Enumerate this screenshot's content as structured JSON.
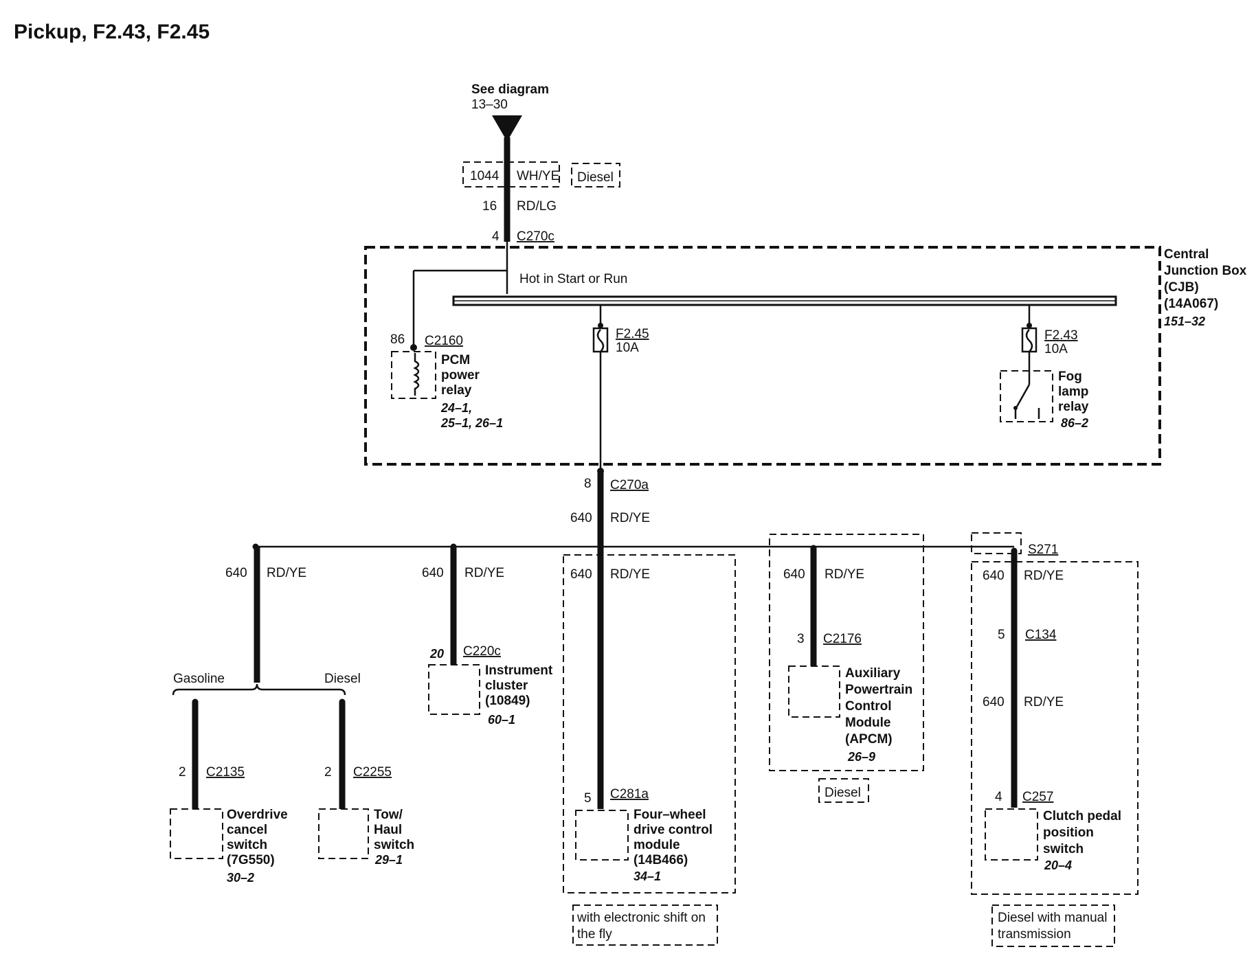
{
  "title": "Pickup, F2.43, F2.45",
  "source": {
    "line1": "See diagram",
    "line2": "13–30",
    "circuit_diesel": "1044",
    "color_diesel": "WH/YE",
    "diesel_tag": "Diesel",
    "circuit": "16",
    "color": "RD/LG",
    "pin": "4",
    "connector": "C270c"
  },
  "cjb": {
    "label_lines": [
      "Central",
      "Junction Box",
      "(CJB)",
      "(14A067)"
    ],
    "page_ref": "151–32",
    "bus_label": "Hot in Start or Run",
    "pcm_relay": {
      "pin": "86",
      "connector": "C2160",
      "label_lines": [
        "PCM",
        "power",
        "relay"
      ],
      "refs": [
        "24–1,",
        "25–1, 26–1"
      ]
    },
    "fuse_f245": {
      "name": "F2.45",
      "rating": "10A"
    },
    "fuse_f243": {
      "name": "F2.43",
      "rating": "10A"
    },
    "fog_relay": {
      "label_lines": [
        "Fog",
        "lamp",
        "relay"
      ],
      "ref": "86–2"
    }
  },
  "output": {
    "pin": "8",
    "connector": "C270a",
    "circuit": "640",
    "color": "RD/YE"
  },
  "branches": {
    "left": {
      "circuit": "640",
      "color": "RD/YE",
      "gasoline_label": "Gasoline",
      "diesel_label": "Diesel",
      "overdrive": {
        "pin": "2",
        "connector": "C2135",
        "label_lines": [
          "Overdrive",
          "cancel",
          "switch",
          "(7G550)"
        ],
        "ref": "30–2"
      },
      "towhaul": {
        "pin": "2",
        "connector": "C2255",
        "label_lines": [
          "Tow/",
          "Haul",
          "switch"
        ],
        "ref": "29–1"
      }
    },
    "cluster": {
      "circuit": "640",
      "color": "RD/YE",
      "pin": "20",
      "connector": "C220c",
      "label_lines": [
        "Instrument",
        "cluster",
        "(10849)"
      ],
      "ref": "60–1"
    },
    "fourwd": {
      "circuit": "640",
      "color": "RD/YE",
      "pin": "5",
      "connector": "C281a",
      "label_lines": [
        "Four–wheel",
        "drive control",
        "module",
        "(14B466)"
      ],
      "ref": "34–1",
      "condition_lines": [
        "with electronic shift on",
        "the fly"
      ]
    },
    "apcm": {
      "circuit": "640",
      "color": "RD/YE",
      "pin": "3",
      "connector": "C2176",
      "label_lines": [
        "Auxiliary",
        "Powertrain",
        "Control",
        "Module",
        "(APCM)"
      ],
      "ref": "26–9",
      "condition": "Diesel"
    },
    "clutch": {
      "splice": "S271",
      "circuit": "640",
      "color": "RD/YE",
      "inline_pin": "5",
      "inline_connector": "C134",
      "circuit2": "640",
      "color2": "RD/YE",
      "pin": "4",
      "connector": "C257",
      "label_lines": [
        "Clutch pedal",
        "position",
        "switch"
      ],
      "ref": "20–4",
      "condition_lines": [
        "Diesel with manual",
        "transmission"
      ]
    }
  }
}
